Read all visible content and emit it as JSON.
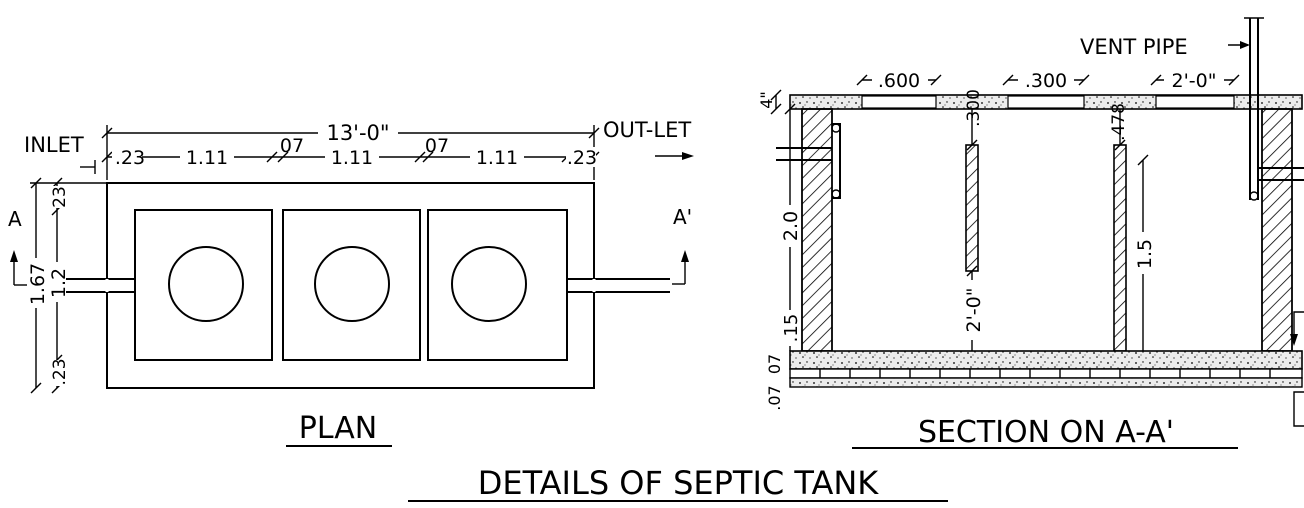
{
  "title": "DETAILS OF SEPTIC TANK",
  "plan": {
    "caption": "PLAN",
    "inlet_label": "INLET",
    "outlet_label": "OUT-LET",
    "overall_length": "13'-0\"",
    "dims_top": [
      ".23",
      "1.11",
      "07",
      "1.11",
      "07",
      "1.11",
      ".23"
    ],
    "dims_left_outer": "1.67",
    "dims_left_inner": [
      "23",
      "1.2",
      ".23"
    ],
    "section_mark_left": "A",
    "section_mark_right": "A'"
  },
  "section": {
    "caption": "SECTION ON A-A'",
    "vent_label": "VENT PIPE",
    "dims_top": [
      ".600",
      ".300",
      "2'-0\""
    ],
    "dims_vertical": [
      "4\"",
      "2.0",
      ".15",
      "07",
      ".07",
      ".300",
      "2'-0\"",
      ".478",
      "1.5"
    ]
  }
}
